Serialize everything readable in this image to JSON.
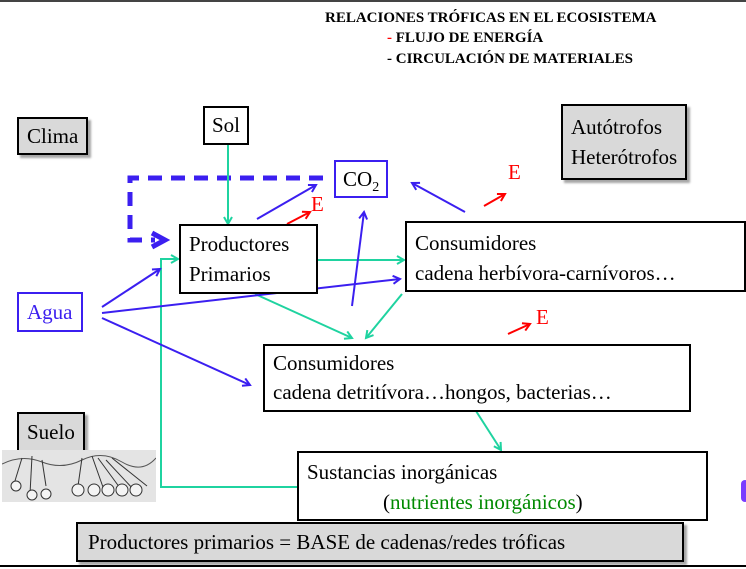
{
  "header": {
    "title": "RELACIONES TRÓFICAS EN EL ECOSISTEMA",
    "sub1_dash": "-",
    "sub1": " FLUJO DE ENERGÍA",
    "sub2": "- CIRCULACIÓN DE MATERIALES"
  },
  "nodes": {
    "clima": "Clima",
    "sol": "Sol",
    "co2_main": "CO",
    "co2_sub": "2",
    "autotrofos": "Autótrofos",
    "heterotrofos": "Heterótrofos",
    "productores_l1": "Productores",
    "productores_l2": "Primarios",
    "consumidores_herb_l1": "Consumidores",
    "consumidores_herb_l2": "cadena herbívora-carnívoros…",
    "agua": "Agua",
    "consumidores_det_l1": "Consumidores",
    "consumidores_det_l2": "cadena detritívora…hongos, bacterias…",
    "suelo": "Suelo",
    "sustancias_l1": "Sustancias inorgánicas",
    "sustancias_l2_open": "(",
    "sustancias_l2_green": "nutrientes inorgánicos",
    "sustancias_l2_close": ")",
    "base": "Productores primarios = BASE de cadenas/redes tróficas"
  },
  "energy_labels": [
    "E",
    "E",
    "E"
  ],
  "colors": {
    "energy_flow": "#1fd3a0",
    "material_flow": "#3b1ff0",
    "energy_loss": "#ff0000",
    "nutrient_text": "#008a00",
    "dash_red": "#ff0000"
  }
}
